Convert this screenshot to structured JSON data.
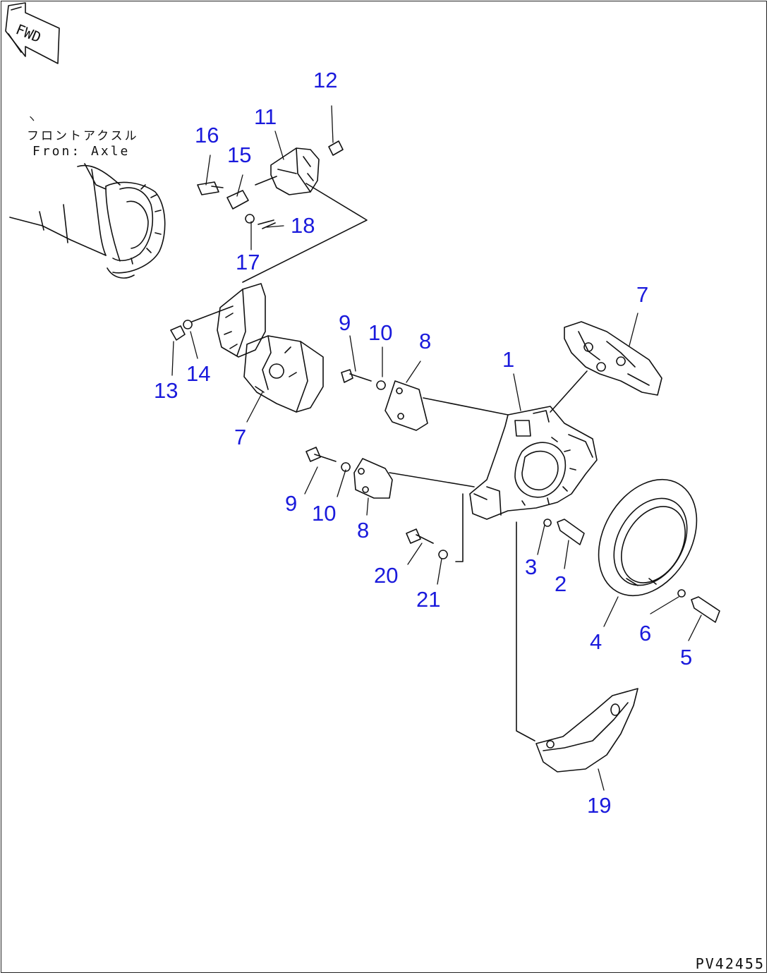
{
  "fwd_label": "FWD",
  "front_axle_note": {
    "jp": "フロントアクスル",
    "en": "Fron: Axle"
  },
  "drawing_number": "PV42455",
  "callouts": [
    {
      "id": "c12",
      "text": "12"
    },
    {
      "id": "c11",
      "text": "11"
    },
    {
      "id": "c16",
      "text": "16"
    },
    {
      "id": "c15",
      "text": "15"
    },
    {
      "id": "c18",
      "text": "18"
    },
    {
      "id": "c17",
      "text": "17"
    },
    {
      "id": "c7a",
      "text": "7"
    },
    {
      "id": "c9a",
      "text": "9"
    },
    {
      "id": "c10a",
      "text": "10"
    },
    {
      "id": "c8a",
      "text": "8"
    },
    {
      "id": "c1",
      "text": "1"
    },
    {
      "id": "c14",
      "text": "14"
    },
    {
      "id": "c13",
      "text": "13"
    },
    {
      "id": "c7b",
      "text": "7"
    },
    {
      "id": "c9b",
      "text": "9"
    },
    {
      "id": "c10b",
      "text": "10"
    },
    {
      "id": "c8b",
      "text": "8"
    },
    {
      "id": "c20",
      "text": "20"
    },
    {
      "id": "c21",
      "text": "21"
    },
    {
      "id": "c3",
      "text": "3"
    },
    {
      "id": "c2",
      "text": "2"
    },
    {
      "id": "c4",
      "text": "4"
    },
    {
      "id": "c6",
      "text": "6"
    },
    {
      "id": "c5",
      "text": "5"
    },
    {
      "id": "c19",
      "text": "19"
    },
    {
      "id": "c7c",
      "text": "7"
    }
  ]
}
